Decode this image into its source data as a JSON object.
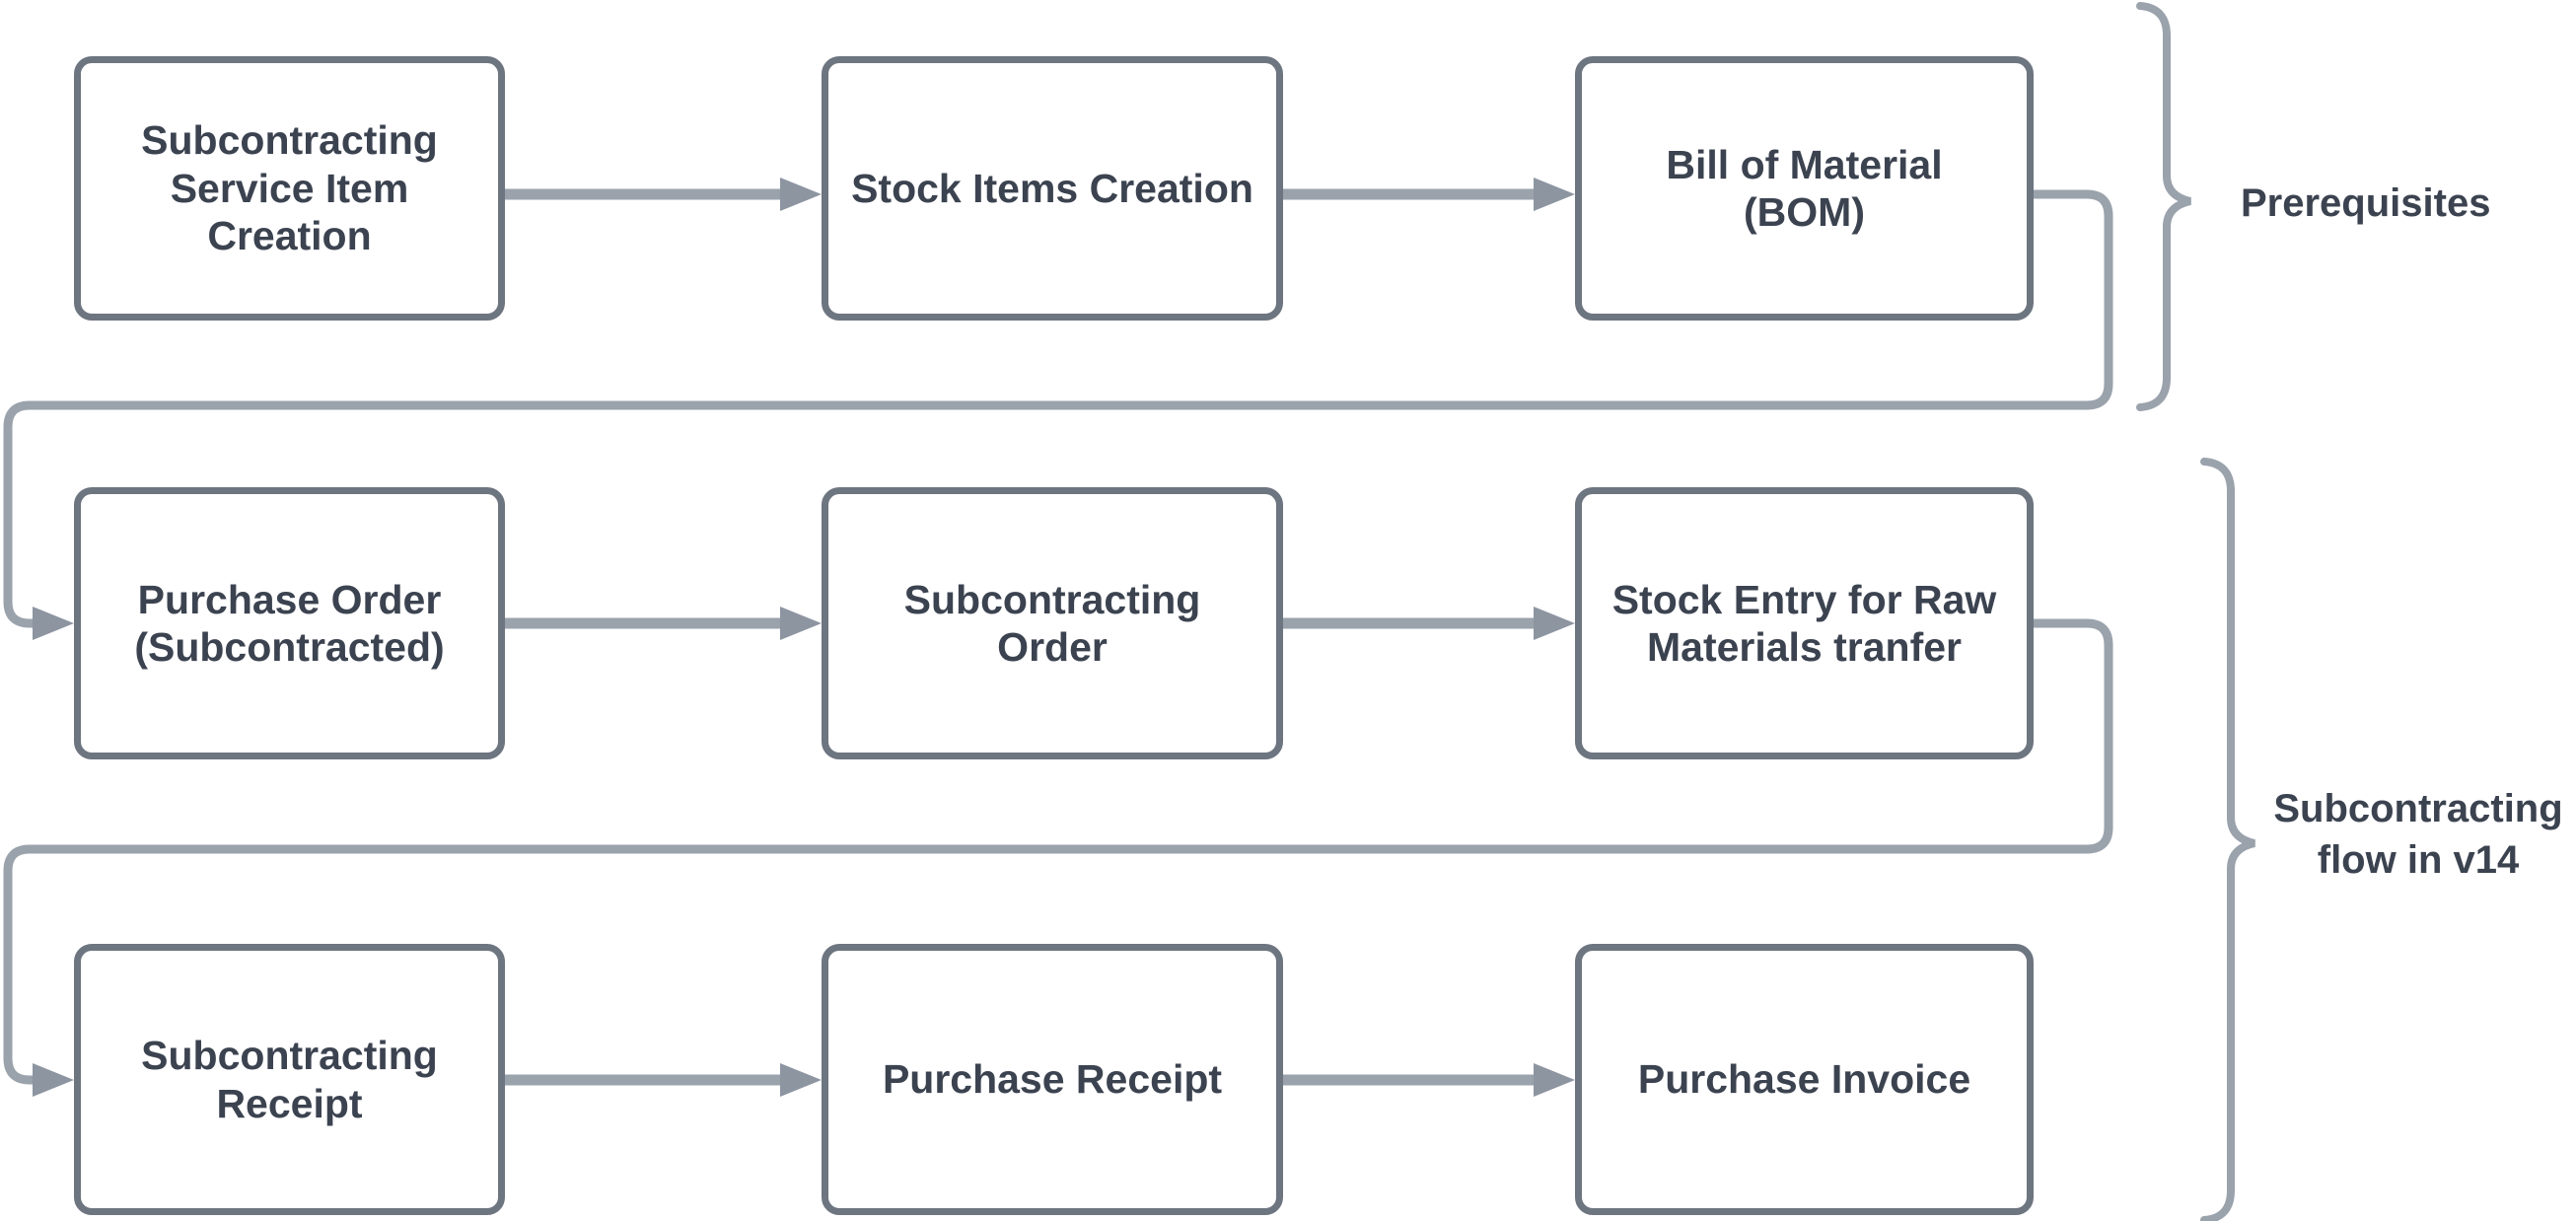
{
  "flowchart": {
    "boxes": [
      {
        "label": "Subcontracting\nService Item\nCreation"
      },
      {
        "label": "Stock Items Creation"
      },
      {
        "label": "Bill of Material\n(BOM)"
      },
      {
        "label": "Purchase Order\n(Subcontracted)"
      },
      {
        "label": "Subcontracting\nOrder"
      },
      {
        "label": "Stock Entry for Raw\nMaterials tranfer"
      },
      {
        "label": "Subcontracting\nReceipt"
      },
      {
        "label": "Purchase Receipt"
      },
      {
        "label": "Purchase Invoice"
      }
    ],
    "groups": [
      {
        "label": "Prerequisites"
      },
      {
        "label": "Subcontracting\nflow in v14"
      }
    ],
    "colors": {
      "background": "#ffffff",
      "box_border": "#6d7580",
      "box_fill": "#ffffff",
      "text": "#3c4350",
      "connector": "#9aa2ac",
      "arrowhead": "#8d95a1"
    }
  }
}
